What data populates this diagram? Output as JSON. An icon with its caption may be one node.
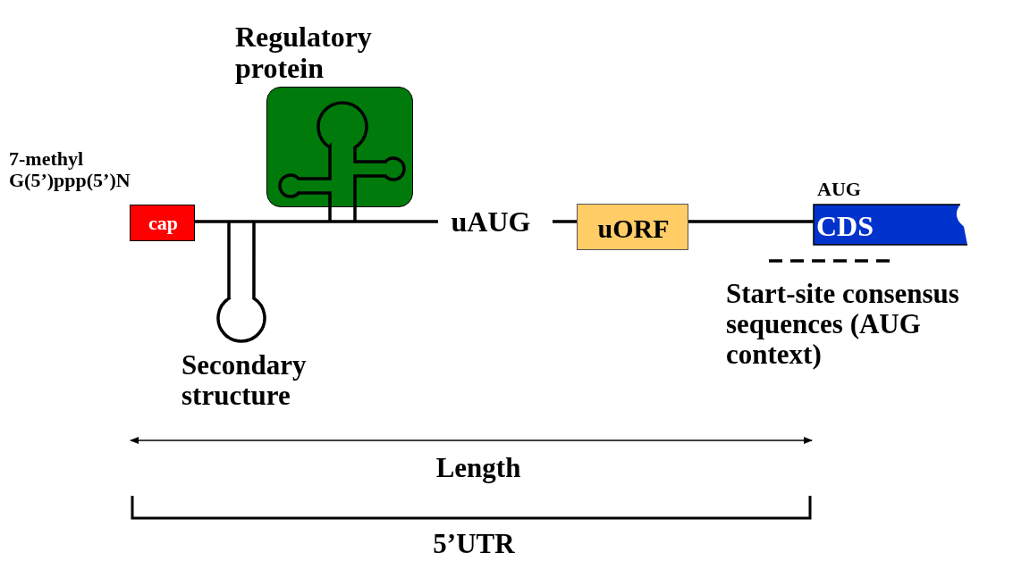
{
  "diagram": {
    "nodes": [
      {
        "text": [
          "cap"
        ],
        "beside": [
          "7-methyl G(5’)ppp(5’)N"
        ]
      },
      {
        "text": [
          "Regulatory protein"
        ]
      },
      {
        "text": [
          "uAUG"
        ]
      },
      {
        "text": [
          "uORF"
        ]
      },
      {
        "text": [
          "CDS"
        ],
        "beside": [
          "AUG"
        ]
      }
    ],
    "edges": [
      {
        "from": 0,
        "to": 2,
        "arrow": "none"
      },
      {
        "from": 2,
        "to": 3,
        "arrow": "none"
      },
      {
        "from": 3,
        "to": 4,
        "arrow": "none"
      }
    ],
    "labels": [
      "Secondary structure",
      "Start-site consensus sequences (AUG context)",
      "Length",
      "5’UTR"
    ]
  }
}
